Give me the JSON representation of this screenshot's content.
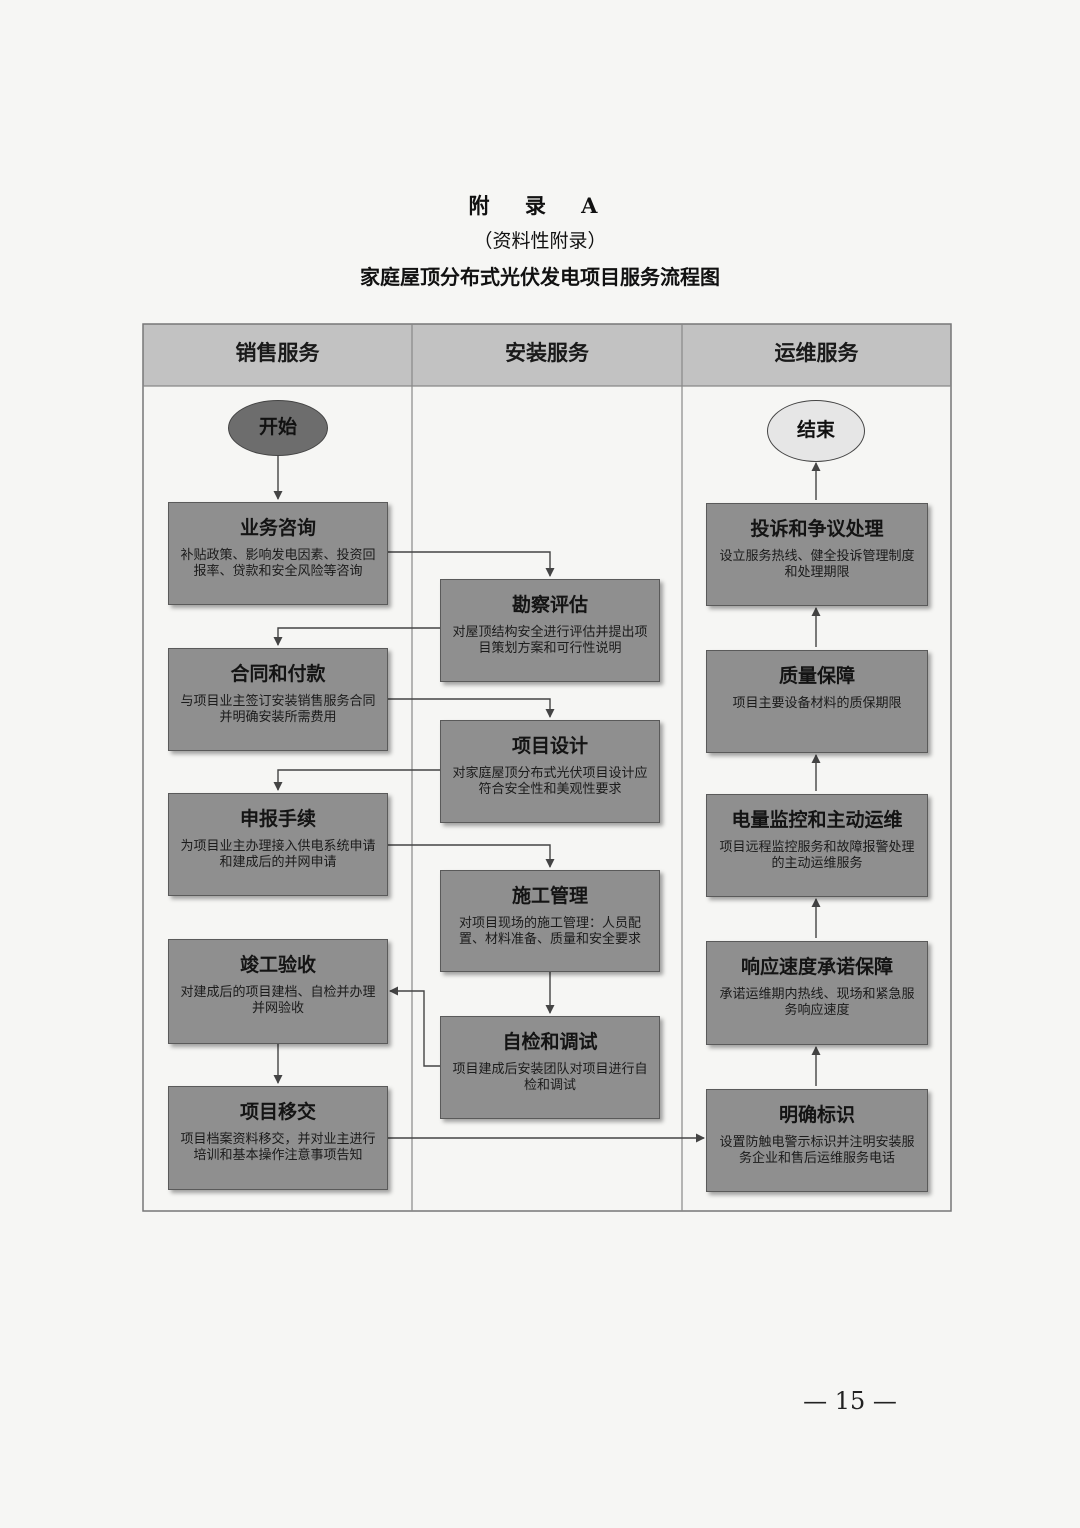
{
  "header": {
    "appendix_title": "附 录 A",
    "appendix_subtitle": "（资料性附录）",
    "chart_title": "家庭屋顶分布式光伏发电项目服务流程图"
  },
  "lanes": [
    {
      "label": "销售服务"
    },
    {
      "label": "安装服务"
    },
    {
      "label": "运维服务"
    }
  ],
  "start_label": "开始",
  "end_label": "结束",
  "sales_steps": [
    {
      "title": "业务咨询",
      "desc": "补贴政策、影响发电因素、投资回报率、贷款和安全风险等咨询"
    },
    {
      "title": "合同和付款",
      "desc": "与项目业主签订安装销售服务合同并明确安装所需费用"
    },
    {
      "title": "申报手续",
      "desc": "为项目业主办理接入供电系统申请和建成后的并网申请"
    },
    {
      "title": "竣工验收",
      "desc": "对建成后的项目建档、自检并办理并网验收"
    },
    {
      "title": "项目移交",
      "desc": "项目档案资料移交，并对业主进行培训和基本操作注意事项告知"
    }
  ],
  "install_steps": [
    {
      "title": "勘察评估",
      "desc": "对屋顶结构安全进行评估并提出项目策划方案和可行性说明"
    },
    {
      "title": "项目设计",
      "desc": "对家庭屋顶分布式光伏项目设计应符合安全性和美观性要求"
    },
    {
      "title": "施工管理",
      "desc": "对项目现场的施工管理：人员配置、材料准备、质量和安全要求"
    },
    {
      "title": "自检和调试",
      "desc": "项目建成后安装团队对项目进行自检和调试"
    }
  ],
  "om_steps": [
    {
      "title": "投诉和争议处理",
      "desc": "设立服务热线、健全投诉管理制度和处理期限"
    },
    {
      "title": "质量保障",
      "desc": "项目主要设备材料的质保期限"
    },
    {
      "title": "电量监控和主动运维",
      "desc": "项目远程监控服务和故障报警处理的主动运维服务"
    },
    {
      "title": "响应速度承诺保障",
      "desc": "承诺运维期内热线、现场和紧急服务响应速度"
    },
    {
      "title": "明确标识",
      "desc": "设置防触电警示标识并注明安装服务企业和售后运维服务电话"
    }
  ],
  "colors": {
    "start_oval": "#6d6d6d",
    "end_oval": "#e6e6e6",
    "node_fill": "#8f8f8f",
    "lane_header": "#c2c2c2"
  },
  "page_number": "— 15 —"
}
